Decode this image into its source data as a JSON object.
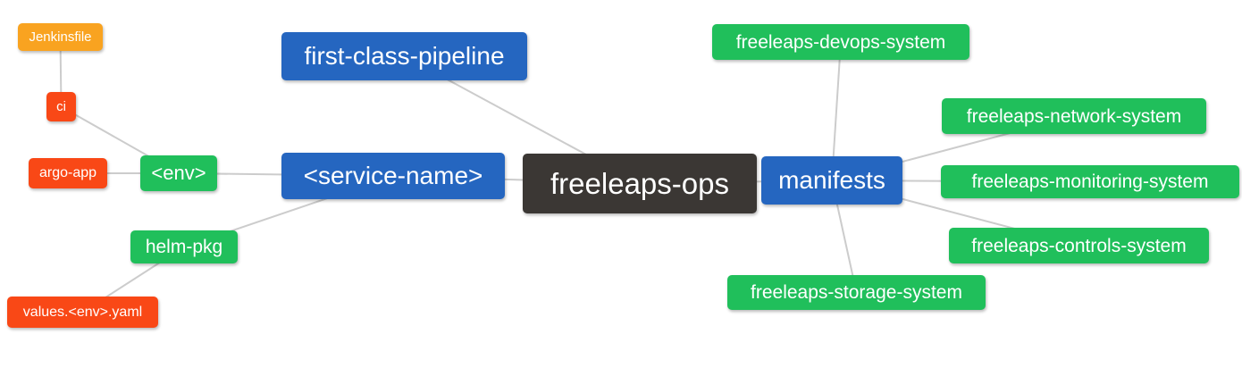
{
  "diagram": {
    "type": "mindmap",
    "root": "freeleaps_ops",
    "colors": {
      "blue": "#2566c0",
      "green": "#20bf5b",
      "orange": "#f9a320",
      "red": "#f94816",
      "dark": "#3b3734",
      "edge": "#cccccc"
    },
    "nodes": {
      "jenkinsfile": {
        "label": "Jenkinsfile",
        "color": "orange"
      },
      "ci": {
        "label": "ci",
        "color": "red"
      },
      "argo_app": {
        "label": "argo-app",
        "color": "red"
      },
      "env": {
        "label": "<env>",
        "color": "green"
      },
      "helm_pkg": {
        "label": "helm-pkg",
        "color": "green"
      },
      "values_env_yaml": {
        "label": "values.<env>.yaml",
        "color": "red"
      },
      "first_class_pipeline": {
        "label": "first-class-pipeline",
        "color": "blue"
      },
      "service_name": {
        "label": "<service-name>",
        "color": "blue"
      },
      "freeleaps_ops": {
        "label": "freeleaps-ops",
        "color": "dark"
      },
      "manifests": {
        "label": "manifests",
        "color": "blue"
      },
      "devops_system": {
        "label": "freeleaps-devops-system",
        "color": "green"
      },
      "network_system": {
        "label": "freeleaps-network-system",
        "color": "green"
      },
      "monitoring_system": {
        "label": "freeleaps-monitoring-system",
        "color": "green"
      },
      "controls_system": {
        "label": "freeleaps-controls-system",
        "color": "green"
      },
      "storage_system": {
        "label": "freeleaps-storage-system",
        "color": "green"
      }
    },
    "edges": [
      [
        "jenkinsfile",
        "ci"
      ],
      [
        "ci",
        "env"
      ],
      [
        "argo_app",
        "env"
      ],
      [
        "env",
        "service_name"
      ],
      [
        "service_name",
        "helm_pkg"
      ],
      [
        "helm_pkg",
        "values_env_yaml"
      ],
      [
        "first_class_pipeline",
        "freeleaps_ops"
      ],
      [
        "service_name",
        "freeleaps_ops"
      ],
      [
        "freeleaps_ops",
        "manifests"
      ],
      [
        "manifests",
        "devops_system"
      ],
      [
        "manifests",
        "network_system"
      ],
      [
        "manifests",
        "monitoring_system"
      ],
      [
        "manifests",
        "controls_system"
      ],
      [
        "manifests",
        "storage_system"
      ]
    ]
  }
}
